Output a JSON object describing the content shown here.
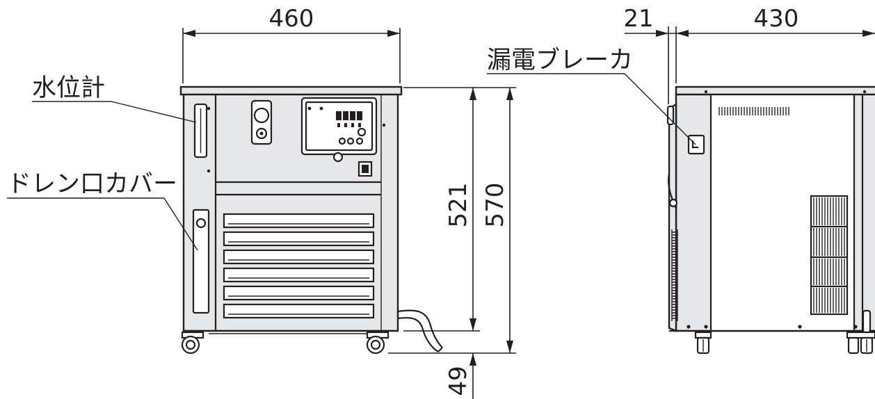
{
  "labels": {
    "water_gauge": "水位計",
    "drain_cover": "ドレン口カバー",
    "breaker": "漏電ブレーカ"
  },
  "dimensions": {
    "front_width": "460",
    "side_offset": "21",
    "side_depth": "430",
    "body_height": "521",
    "total_height": "570",
    "caster_height": "49"
  },
  "colors": {
    "line": "#231f20",
    "body_fill": "#e6e7e8"
  }
}
